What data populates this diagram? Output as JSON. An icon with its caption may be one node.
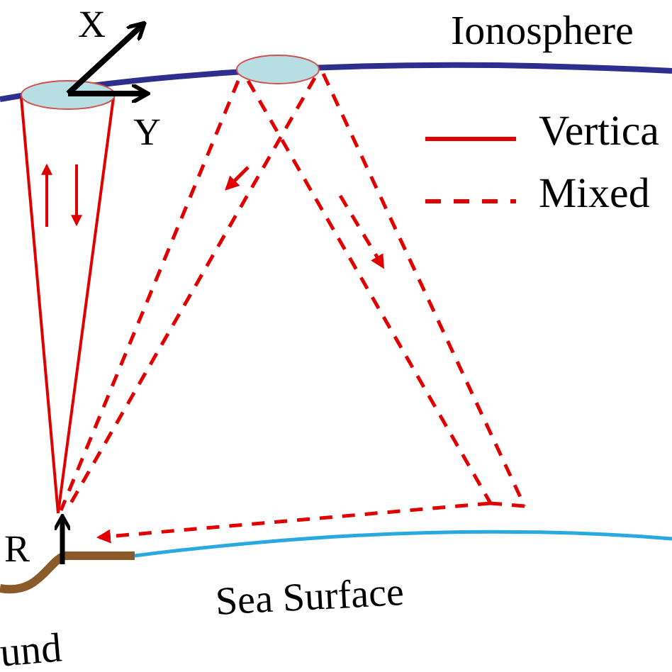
{
  "diagram": {
    "labels": [
      "X",
      "Ionosphere",
      "Y",
      "R",
      "Sea Surface",
      "und"
    ],
    "legend": [
      {
        "text": "Vertica"
      },
      {
        "text": "Mixed"
      }
    ]
  }
}
